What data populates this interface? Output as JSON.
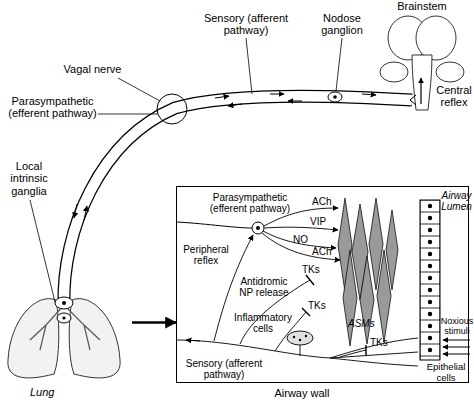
{
  "diagram": {
    "nodes": [
      {
        "text": [
          "Brainstem"
        ]
      },
      {
        "text": [
          "Lung"
        ]
      },
      {
        "text": [
          "Airway wall"
        ]
      }
    ],
    "edges": [
      {
        "from": 1,
        "to": 2,
        "arrow": "to"
      }
    ],
    "labels": [
      "Sensory (afferent pathway)",
      "Nodose ganglion",
      "Vagal nerve",
      "Parasympathetic (efferent pathway)",
      "Central reflex",
      "Local intrinsic ganglia",
      "Airway Lumen",
      "Parasympathetic (efferent pathway)",
      "ACh",
      "VIP",
      "NO",
      "ACh",
      "Peripheral reflex",
      "TKs",
      "Antidromic NP release",
      "TKs",
      "ASMs",
      "Inflammatory cells",
      "TKs",
      "Noxious stimuli",
      "Epithelial cells",
      "Sensory (afferent pathway)"
    ]
  }
}
